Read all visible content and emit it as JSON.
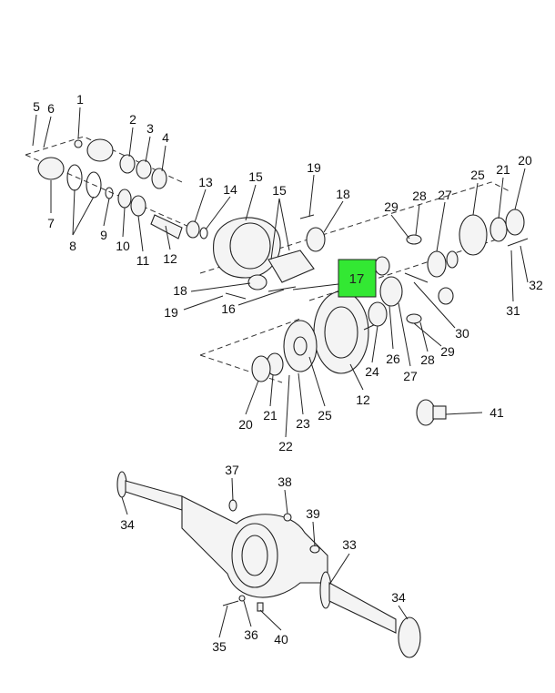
{
  "diagram": {
    "type": "exploded parts diagram - rear axle differential",
    "highlight_color": "#33e833",
    "highlighted_callout": "17",
    "callouts": [
      "5",
      "6",
      "1",
      "2",
      "3",
      "4",
      "7",
      "8",
      "9",
      "10",
      "11",
      "12",
      "13",
      "14",
      "15",
      "15",
      "19",
      "18",
      "29",
      "28",
      "27",
      "25",
      "21",
      "20",
      "17",
      "18",
      "19",
      "16",
      "32",
      "31",
      "30",
      "29",
      "26",
      "28",
      "27",
      "24",
      "12",
      "20",
      "21",
      "23",
      "25",
      "22",
      "41",
      "37",
      "38",
      "39",
      "34",
      "33",
      "34",
      "35",
      "36",
      "40"
    ]
  }
}
